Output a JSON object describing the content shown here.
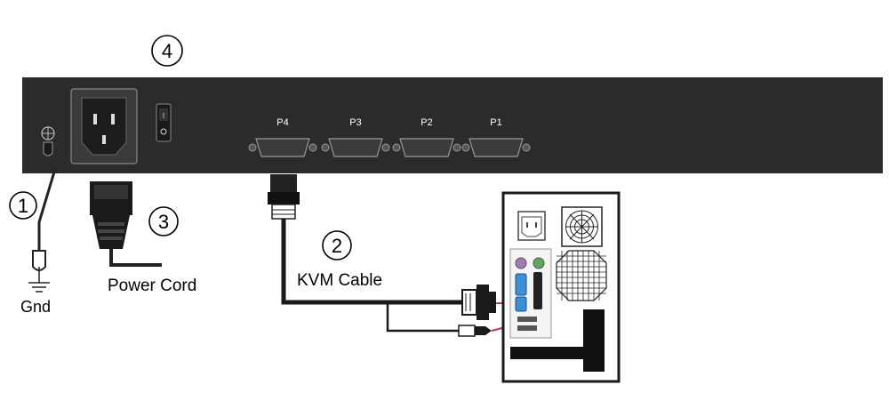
{
  "diagram": {
    "callouts": [
      {
        "id": "gnd",
        "number": "1"
      },
      {
        "id": "kvm-cable",
        "number": "2"
      },
      {
        "id": "power-cord",
        "number": "3"
      },
      {
        "id": "power-switch",
        "number": "4"
      }
    ],
    "labels": {
      "gnd": "Gnd",
      "power_cord": "Power Cord",
      "kvm_cable": "KVM Cable"
    },
    "ports": [
      "P4",
      "P3",
      "P2",
      "P1"
    ],
    "colors": {
      "panel": "#2b2b2b",
      "cable": "#111111",
      "vga_blue": "#3a8fd6",
      "ps2_purple": "#a07ab8",
      "ps2_green": "#5aaa5a",
      "magenta_link": "#c0307a"
    }
  }
}
